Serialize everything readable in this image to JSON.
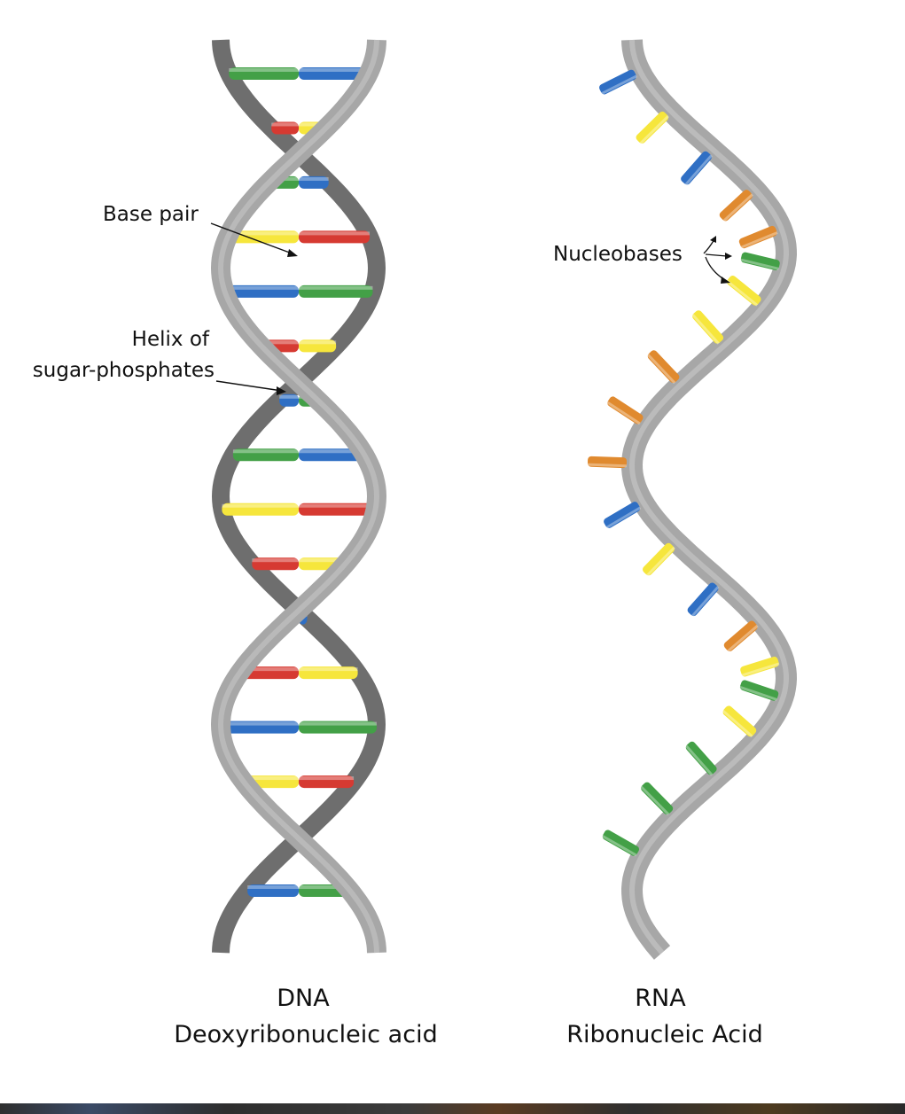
{
  "colors": {
    "background": "#ffffff",
    "backbone": "#a7a7a7",
    "backbone_shadow": "#6e6e6e",
    "green": "#43a047",
    "blue": "#2f6fc4",
    "red": "#d63a32",
    "yellow": "#f6e63c",
    "orange": "#e08a2f"
  },
  "labels": {
    "base_pair": "Base pair",
    "helix_line1": "Helix of",
    "helix_line2": "sugar-phosphates",
    "nucleobases": "Nucleobases",
    "dna_title": "DNA",
    "dna_subtitle": "Deoxyribonucleic acid",
    "rna_title": "RNA",
    "rna_subtitle": "Ribonucleic Acid"
  },
  "dna_rungs": [
    {
      "left": "green",
      "right": "blue"
    },
    {
      "left": "red",
      "right": "yellow"
    },
    {
      "left": "green",
      "right": "blue"
    },
    {
      "left": "yellow",
      "right": "red"
    },
    {
      "left": "blue",
      "right": "green"
    },
    {
      "left": "red",
      "right": "yellow"
    },
    {
      "left": "blue",
      "right": "green"
    },
    {
      "left": "green",
      "right": "blue"
    },
    {
      "left": "yellow",
      "right": "red"
    },
    {
      "left": "red",
      "right": "yellow"
    },
    {
      "left": "green",
      "right": "blue"
    },
    {
      "left": "red",
      "right": "yellow"
    },
    {
      "left": "blue",
      "right": "green"
    },
    {
      "left": "yellow",
      "right": "red"
    },
    {
      "left": "red",
      "right": "yellow"
    },
    {
      "left": "blue",
      "right": "green"
    }
  ],
  "rna_bases": [
    "blue",
    "yellow",
    "blue",
    "orange",
    "orange",
    "green",
    "yellow",
    "yellow",
    "orange",
    "orange",
    "orange",
    "blue",
    "yellow",
    "blue",
    "orange",
    "yellow",
    "green",
    "yellow",
    "green",
    "green",
    "green"
  ]
}
